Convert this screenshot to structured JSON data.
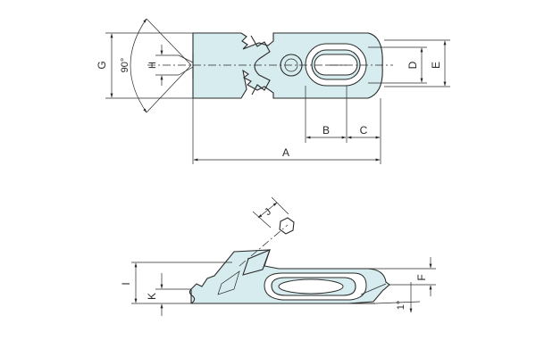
{
  "drawing": {
    "labels": {
      "a": "A",
      "b": "B",
      "c": "C",
      "d": "D",
      "e": "E",
      "f": "F",
      "g": "G",
      "h": "H",
      "i": "I",
      "j": "J",
      "k": "K",
      "angle_top": "90°",
      "angle_side": "1°"
    },
    "colors": {
      "part_fill": "#d7ecef",
      "line": "#2a2a2a"
    }
  }
}
